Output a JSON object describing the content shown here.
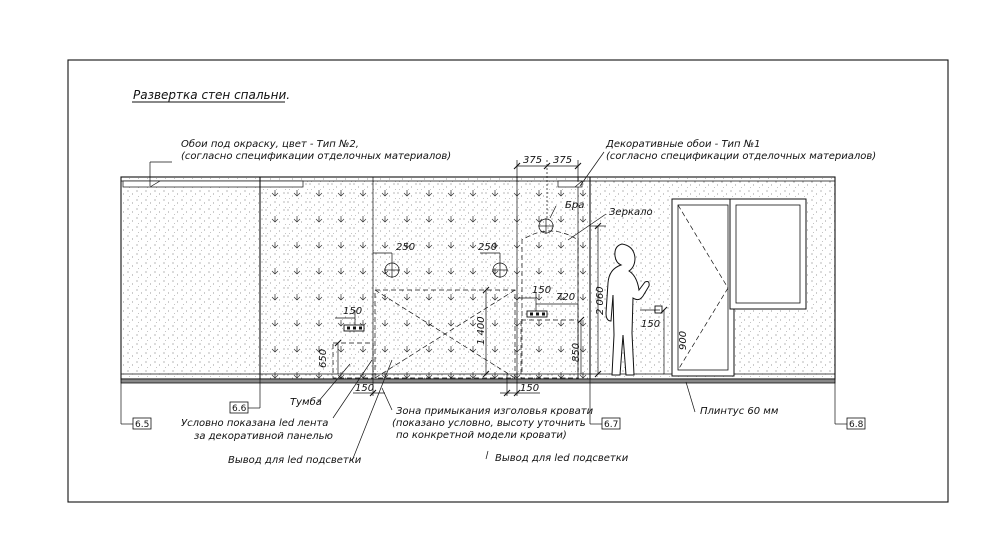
{
  "drawing": {
    "title": "Развертка стен спальни.",
    "annotations": {
      "wallpaper_paint_line1": "Обои под окраску, цвет - Тип №2,",
      "wallpaper_paint_line2": "(согласно спецификации отделочных материалов)",
      "wallpaper_decor_line1": "Декоративные обои - Тип №1",
      "wallpaper_decor_line2": "(согласно спецификации отделочных материалов)",
      "sconce": "Бра",
      "mirror": "Зеркало",
      "nightstand": "Тумба",
      "led_strip_line1": "Условно показана led лента",
      "led_strip_line2": "за декоративной панелью",
      "led_outlet_left": "Вывод для led подсветки",
      "led_outlet_right": "Вывод для led подсветки",
      "headboard_line1": "Зона примыкания изголовья кровати",
      "headboard_line2": "(показано условно, высоту уточнить",
      "headboard_line3": "по конкретной модели кровати)",
      "baseboard": "Плинтус 60 мм"
    },
    "dimensions": {
      "top_left": "375",
      "top_right": "375",
      "d250_left": "250",
      "d250_right": "250",
      "d150_socket_left": "150",
      "d150_socket_right": "150",
      "d150_window": "150",
      "d720": "720",
      "d2060": "2 060",
      "d650_left": "650",
      "d850": "850",
      "d1400": "1 400",
      "d900": "900",
      "bottom_left": "150",
      "bottom_right": "150"
    },
    "wall_tags": [
      "6.5",
      "6.6",
      "6.7",
      "6.8"
    ]
  }
}
